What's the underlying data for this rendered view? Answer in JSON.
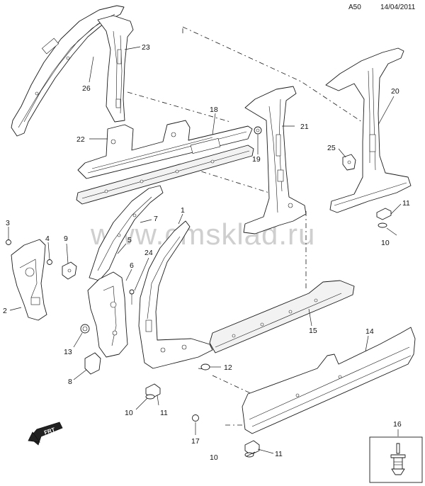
{
  "header": {
    "code": "A50",
    "date": "14/04/2011"
  },
  "watermark": "www.cmsklad.ru",
  "direction_label": "FRT",
  "callouts": [
    "1",
    "2",
    "3",
    "4",
    "5",
    "6",
    "7",
    "8",
    "9",
    "10",
    "10",
    "10",
    "11",
    "11",
    "11",
    "12",
    "13",
    "14",
    "15",
    "16",
    "17",
    "18",
    "19",
    "20",
    "21",
    "22",
    "23",
    "24",
    "25",
    "26"
  ],
  "colors": {
    "line": "#1a1a1a",
    "watermark": "#cfcfcf",
    "background": "#ffffff"
  }
}
